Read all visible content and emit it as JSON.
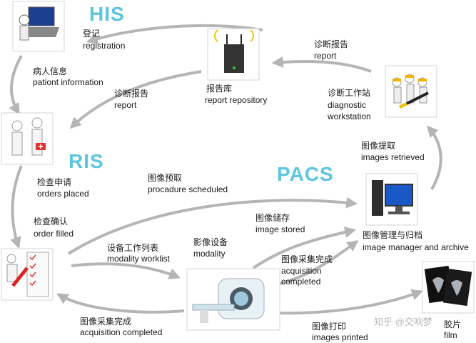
{
  "systems": {
    "his": "HIS",
    "ris": "RIS",
    "pacs": "PACS"
  },
  "nodes": {
    "registration": {
      "zh": "登记",
      "en": "registration"
    },
    "report_repository": {
      "zh": "报告库",
      "en": "report repository"
    },
    "diagnostic_workstation": {
      "zh": "诊断工作站",
      "en": "diagnostic",
      "en2": "workstation"
    },
    "image_manager": {
      "zh": "图像管理与归档",
      "en": "image manager and archive"
    },
    "modality": {
      "zh": "影像设备",
      "en": "modality"
    },
    "film": {
      "zh": "胶片",
      "en": "film"
    }
  },
  "edges": {
    "patient_info": {
      "zh": "病人信息",
      "en": "pationt information"
    },
    "report_left": {
      "zh": "诊断报告",
      "en": "report"
    },
    "report_top": {
      "zh": "诊断报告",
      "en": "report"
    },
    "images_retrieved": {
      "zh": "图像提取",
      "en": "images retrieved"
    },
    "orders_placed": {
      "zh": "检查申请",
      "en": "orders placed"
    },
    "procedure_scheduled": {
      "zh": "图像预取",
      "en": "procadure scheduled"
    },
    "order_filled": {
      "zh": "检查确认",
      "en": "order filled"
    },
    "image_stored": {
      "zh": "图像储存",
      "en": "image stored"
    },
    "modality_worklist": {
      "zh": "设备工作列表",
      "en": "modality worklist"
    },
    "acq_completed_right": {
      "zh": "图像采集完成",
      "en": "acquisition",
      "en2": "completed"
    },
    "acq_completed_bottom": {
      "zh": "图像采集完成",
      "en": "acquisition completed"
    },
    "images_printed": {
      "zh": "图像打印",
      "en": "images printed"
    }
  },
  "watermark": "知乎 @交响梦",
  "colors": {
    "arrow": "#b5b5b5",
    "system_title": "#5cc6de"
  }
}
